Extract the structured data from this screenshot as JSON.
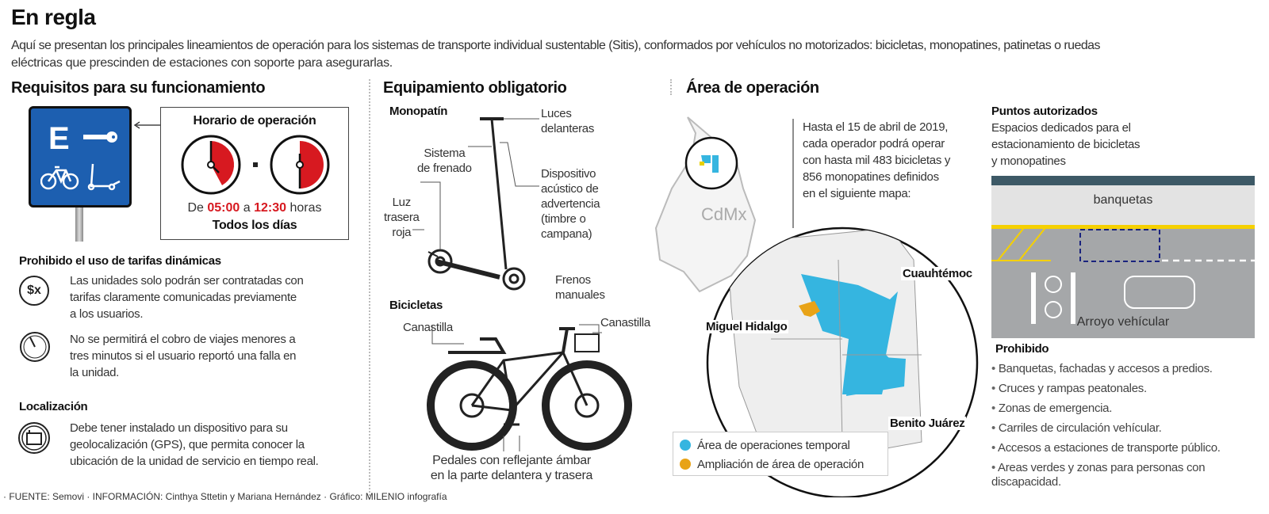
{
  "title": "En regla",
  "intro": [
    "Aquí se presentan los principales lineamientos de operación para los sistemas de transporte individual sustentable (Sitis), conformados por vehículos no motorizados: bicicletas, monopatines, patinetas o ruedas",
    "eléctricas que prescinden de estaciones con soporte para asegurarlas."
  ],
  "requisitos": {
    "heading": "Requisitos para su funcionamiento",
    "sign_letter": "E",
    "horario": {
      "title": "Horario de operación",
      "de": "De",
      "start": "05:00",
      "a": "a",
      "end": "12:30",
      "horas": "horas",
      "days": "Todos los días"
    },
    "tarifas": {
      "heading": "Prohibido el uso de tarifas dinámicas",
      "icon_text": "$x",
      "p1": [
        "Las unidades solo podrán ser contratadas con",
        "tarifas claramente comunicadas previamente",
        "a los usuarios."
      ],
      "p2": [
        "No se permitirá el cobro de viajes menores a",
        "tres minutos si el usuario reportó una falla en",
        "la unidad."
      ]
    },
    "localizacion": {
      "heading": "Localización",
      "p": [
        "Debe tener instalado un dispositivo para su",
        "geolocalización (GPS), que permita conocer la",
        "ubicación de la unidad de servicio en tiempo real."
      ]
    }
  },
  "equipamiento": {
    "heading": "Equipamiento obligatorio",
    "monopatin": {
      "label": "Monopatín",
      "luces": [
        "Luces",
        "delanteras"
      ],
      "freno": [
        "Sistema",
        "de frenado"
      ],
      "luz_trasera": [
        "Luz",
        "trasera",
        "roja"
      ],
      "dispositivo": [
        "Dispositivo",
        "acústico de",
        "advertencia",
        "(timbre o",
        "campana)"
      ]
    },
    "bicicletas": {
      "label": "Bicicletas",
      "frenos": [
        "Frenos",
        "manuales"
      ],
      "canastilla_rear": "Canastilla",
      "canastilla_front": "Canastilla",
      "pedales": [
        "Pedales con reflejante ámbar",
        "en la parte delantera y trasera"
      ]
    }
  },
  "area": {
    "heading": "Área de operación",
    "city": "CdMx",
    "text": [
      "Hasta el 15 de abril de 2019,",
      "cada operador podrá operar",
      "con hasta mil 483 bicicletas y",
      "856 monopatines definidos",
      "en el siguiente mapa:"
    ],
    "labels": {
      "cuauhtemoc": "Cuauhtémoc",
      "miguel": "Miguel Hidalgo",
      "benito": "Benito Juárez"
    },
    "legend": [
      {
        "label": "Área de operaciones temporal",
        "color": "#35b5e0"
      },
      {
        "label": "Ampliación de área de operación",
        "color": "#e8a317"
      }
    ]
  },
  "puntos": {
    "heading": "Puntos autorizados",
    "text": [
      "Espacios dedicados para el",
      "estacionamiento de bicicletas",
      "y monopatines"
    ],
    "banquetas": "banquetas",
    "arroyo": "Arroyo vehícular",
    "prohibido_heading": "Prohibido",
    "prohibido": [
      "Banquetas, fachadas y accesos a predios.",
      "Cruces y rampas peatonales.",
      "Zonas de emergencia.",
      "Carriles de circulación vehícular.",
      "Accesos a estaciones de transporte público.",
      "Areas verdes y zonas para personas con discapacidad."
    ]
  },
  "footer": "· FUENTE: Semovi · INFORMACIÓN: Cinthya Sttetin y Mariana Hernández · Gráfico: MILENIO infografía"
}
